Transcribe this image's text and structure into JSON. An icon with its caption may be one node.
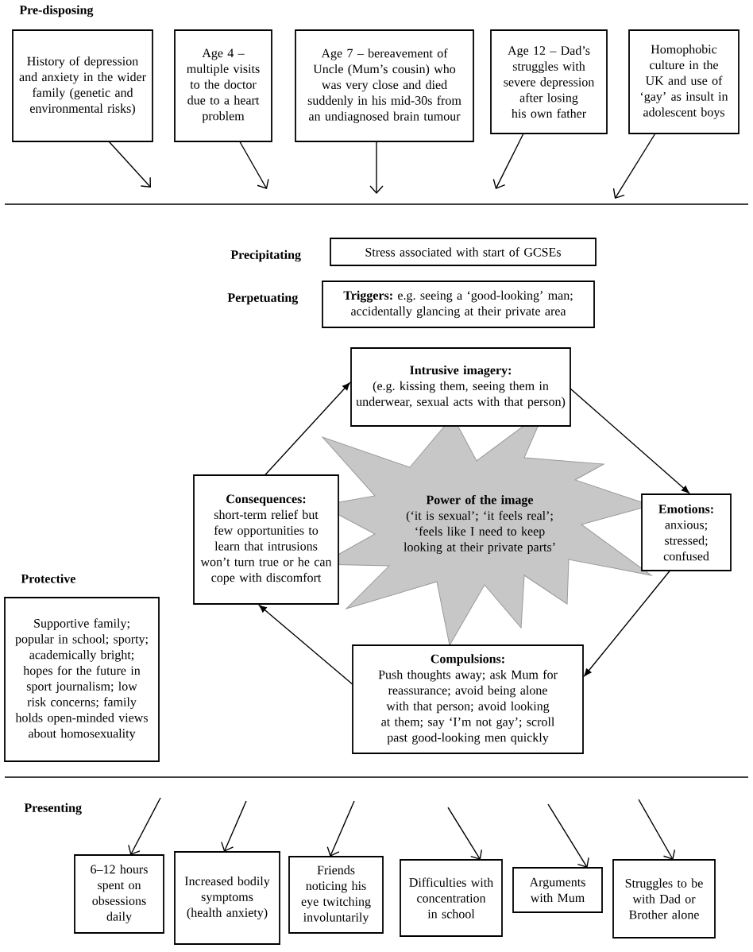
{
  "diagram": {
    "nodes": [
      {
        "text": [
          "History of depression and anxiety in the wider family (genetic and environmental risks)"
        ]
      },
      {
        "text": [
          "Age 4 – multiple visits to the doctor due to a heart problem"
        ]
      },
      {
        "text": [
          "Age 7 – bereavement of Uncle (Mum’s cousin) who was very close and died suddenly in his mid-30s from an undiagnosed brain tumour"
        ]
      },
      {
        "text": [
          "Age 12 – Dad’s struggles with severe depression after losing his own father"
        ]
      },
      {
        "text": [
          "Homophobic culture in the UK and use of ‘gay’ as insult in adolescent boys"
        ]
      },
      {
        "text": [
          "Stress associated with start of GCSEs"
        ]
      },
      {
        "text": [
          "**Triggers:** e.g. seeing a ‘good-looking’ man; accidentally glancing at their private area"
        ]
      },
      {
        "text": [
          "Intrusive imagery:",
          "(e.g. kissing them, seeing them in underwear, sexual acts with that person)"
        ]
      },
      {
        "text": [
          "Consequences:",
          "short-term relief but few opportunities to learn that intrusions won’t turn true or he can cope with discomfort"
        ]
      },
      {
        "text": [
          "Power of the image",
          "(‘it is sexual’; ‘it feels real’; ‘feels like I need to keep looking at their private parts’"
        ]
      },
      {
        "text": [
          "Emotions:",
          "anxious; stressed; confused"
        ]
      },
      {
        "text": [
          "Supportive family; popular in school; sporty; academically bright; hopes for the future in sport journalism; low risk concerns; family holds open-minded views about homosexuality"
        ]
      },
      {
        "text": [
          "Compulsions:",
          "Push thoughts away; ask Mum for reassurance; avoid being alone with that person; avoid looking at them; say ‘I’m not gay’; scroll past good-looking men quickly"
        ]
      },
      {
        "text": [
          "6–12 hours spent on obsessions daily"
        ]
      },
      {
        "text": [
          "Increased bodily symptoms (health anxiety)"
        ]
      },
      {
        "text": [
          "Friends noticing his eye twitching involuntarily"
        ]
      },
      {
        "text": [
          "Difficulties with concentration in school"
        ]
      },
      {
        "text": [
          "Arguments with Mum"
        ]
      },
      {
        "text": [
          "Struggles to be with Dad or Brother alone"
        ]
      }
    ],
    "edges": [
      {
        "from": 0,
        "to": null,
        "arrow": "to"
      },
      {
        "from": 1,
        "to": null,
        "arrow": "to"
      },
      {
        "from": 2,
        "to": null,
        "arrow": "to"
      },
      {
        "from": 3,
        "to": null,
        "arrow": "to"
      },
      {
        "from": 4,
        "to": null,
        "arrow": "to"
      },
      {
        "from": 7,
        "to": 10,
        "arrow": "to"
      },
      {
        "from": 10,
        "to": 12,
        "arrow": "to"
      },
      {
        "from": 12,
        "to": 8,
        "arrow": "to"
      },
      {
        "from": 8,
        "to": 7,
        "arrow": "to"
      },
      {
        "from": null,
        "to": 13,
        "arrow": "to"
      },
      {
        "from": null,
        "to": 14,
        "arrow": "to"
      },
      {
        "from": null,
        "to": 15,
        "arrow": "to"
      },
      {
        "from": null,
        "to": 16,
        "arrow": "to"
      },
      {
        "from": null,
        "to": 17,
        "arrow": "to"
      },
      {
        "from": null,
        "to": 18,
        "arrow": "to"
      }
    ],
    "labels": [
      "Pre-disposing",
      "Precipitating",
      "Perpetuating",
      "Protective",
      "Presenting"
    ]
  }
}
